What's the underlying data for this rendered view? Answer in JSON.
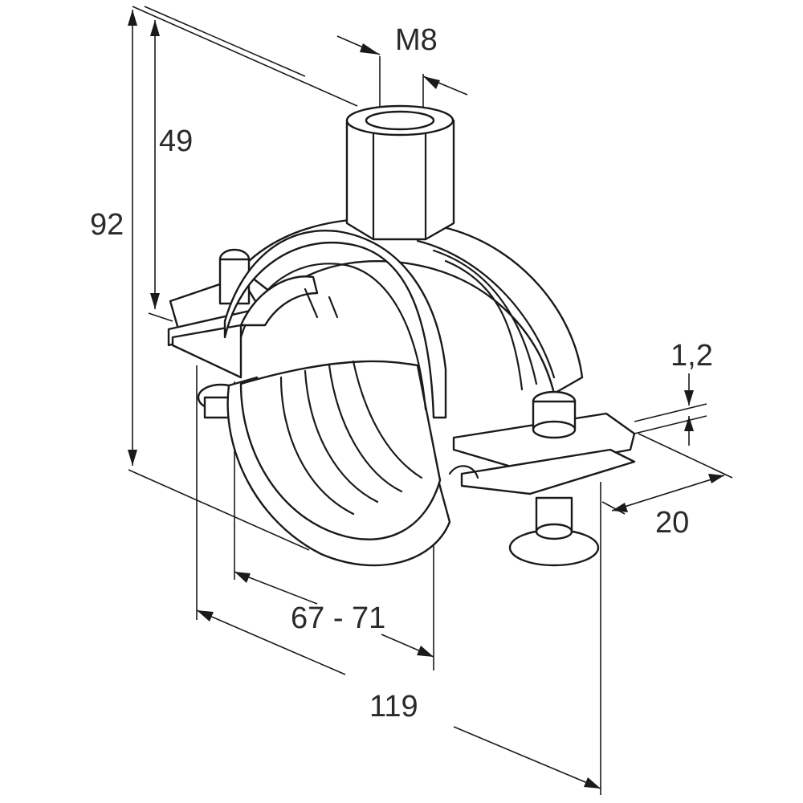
{
  "dimensions": {
    "thread": "M8",
    "height_total": "92",
    "height_nut": "49",
    "thickness": "1,2",
    "depth": "20",
    "pipe_range": "67 - 71",
    "width_total": "119"
  }
}
